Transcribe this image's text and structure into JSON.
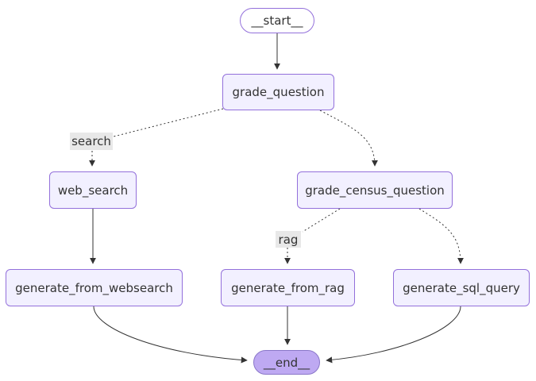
{
  "diagram": {
    "type": "flowchart",
    "direction": "top-down",
    "nodes": {
      "start": {
        "label": "__start__",
        "shape": "stadium"
      },
      "grade_question": {
        "label": "grade_question",
        "shape": "rect"
      },
      "web_search": {
        "label": "web_search",
        "shape": "rect"
      },
      "grade_census_question": {
        "label": "grade_census_question",
        "shape": "rect"
      },
      "generate_from_websearch": {
        "label": "generate_from_websearch",
        "shape": "rect"
      },
      "generate_from_rag": {
        "label": "generate_from_rag",
        "shape": "rect"
      },
      "generate_sql_query": {
        "label": "generate_sql_query",
        "shape": "rect"
      },
      "end": {
        "label": "__end__",
        "shape": "stadium"
      }
    },
    "edges": [
      {
        "from": "start",
        "to": "grade_question",
        "style": "solid",
        "label": ""
      },
      {
        "from": "grade_question",
        "to": "web_search",
        "style": "dotted",
        "label": "search"
      },
      {
        "from": "grade_question",
        "to": "grade_census_question",
        "style": "dotted",
        "label": ""
      },
      {
        "from": "web_search",
        "to": "generate_from_websearch",
        "style": "solid",
        "label": ""
      },
      {
        "from": "grade_census_question",
        "to": "generate_from_rag",
        "style": "dotted",
        "label": "rag"
      },
      {
        "from": "grade_census_question",
        "to": "generate_sql_query",
        "style": "dotted",
        "label": ""
      },
      {
        "from": "generate_from_websearch",
        "to": "end",
        "style": "solid",
        "label": ""
      },
      {
        "from": "generate_from_rag",
        "to": "end",
        "style": "solid",
        "label": ""
      },
      {
        "from": "generate_sql_query",
        "to": "end",
        "style": "solid",
        "label": ""
      }
    ],
    "edge_labels": {
      "search": "search",
      "rag": "rag"
    },
    "colors": {
      "canvas_bg": "#ffffff",
      "node_fill": "#f2f0ff",
      "node_border": "#9370db",
      "start_fill": "#ffffff",
      "end_fill": "#bea9f2",
      "end_border": "#8a77c9",
      "edge_color": "#333333",
      "label_bg": "#e8e8e8",
      "text_color": "#333333"
    }
  }
}
